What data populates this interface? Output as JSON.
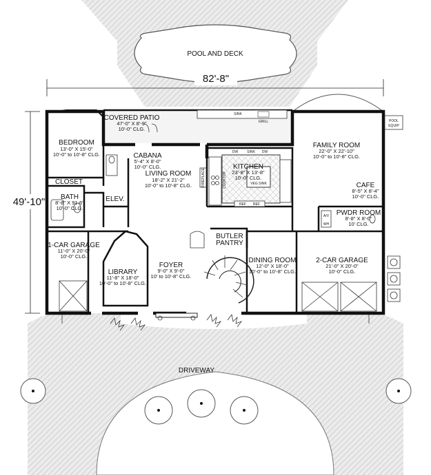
{
  "dimensions": {
    "width": "82'-8\"",
    "depth": "49'-10\""
  },
  "rooms": {
    "pool": {
      "name": "POOL AND DECK"
    },
    "covered_patio": {
      "name": "COVERED PATIO",
      "size": "47'-0\" X 8'-9\"",
      "clg": "10'-0\" CLG."
    },
    "bedroom": {
      "name": "BEDROOM",
      "size": "13'-0\" X 15'-0\"",
      "clg": "10'-0\" to 10'-8\" CLG."
    },
    "closet": {
      "name": "CLOSET"
    },
    "bath": {
      "name": "BATH",
      "size": "8'-8\" X 91-6\"",
      "clg": "10'-0\" CLG."
    },
    "cabana": {
      "name": "CABANA",
      "size": "5'-4\" X 8'-0\"",
      "clg": "10'-0\" CLG."
    },
    "living_room": {
      "name": "LIVING ROOM",
      "size": "18'-2\" X 21'-2\"",
      "clg": "10'-0\" to 10'-8\" CLG."
    },
    "elev": {
      "name": "ELEV."
    },
    "kitchen": {
      "name": "KITCHEN",
      "size": "23'-8\" X 13'-8\"",
      "clg": "10'-0\" CLG."
    },
    "family_room": {
      "name": "FAMILY ROOM",
      "size": "22'-0\" X 22'-10\"",
      "clg": "10'-0\" to 10'-8\" CLG."
    },
    "cafe": {
      "name": "CAFE",
      "size": "8'-5\" X 8'-4\"",
      "clg": "10'-0\" CLG."
    },
    "pwdr_room": {
      "name": "PWDR ROOM",
      "size": "8'-8\" X 8'-0\"",
      "clg": "10' CLG."
    },
    "garage_1": {
      "name": "1-CAR GARAGE",
      "size": "11'-0\" X 20'-0\"",
      "clg": "10'-0\" CLG."
    },
    "library": {
      "name": "LIBRARY",
      "size": "11'-8\" X 18'-0\"",
      "clg": "10'-0\" to 10'-8\" CLG."
    },
    "foyer": {
      "name": "FOYER",
      "size": "9'-0\" X 9'-0\"",
      "clg": "10' to 10'-8\" CLG."
    },
    "butler_pantry": {
      "name_line1": "BUTLER",
      "name_line2": "PANTRY"
    },
    "dining_room": {
      "name": "DINING ROOM",
      "size": "12'-0\" X 18'-0\"",
      "clg": "10'-0\" to 10'-8\" CLG."
    },
    "garage_2": {
      "name": "2-CAR GARAGE",
      "size": "21'-0\" X 20'-0\"",
      "clg": "10'-0\" CLG."
    },
    "driveway": {
      "name": "DRIVEWAY"
    }
  },
  "fixtures": {
    "pool_equip_1": "POOL",
    "pool_equip_2": "EQUIP",
    "grill": "GRILL",
    "sink_patio": "SINK",
    "sink_kitchen": "SINK",
    "veg_sink": "VEG SINK",
    "dw_1": "DW",
    "dw_2": "DW",
    "ref_1": "REF",
    "ref_2": "REF",
    "fireplace": "FIREPLACE",
    "cooktop": "COOKTOP",
    "av": "A/V",
    "wh": "WH"
  }
}
